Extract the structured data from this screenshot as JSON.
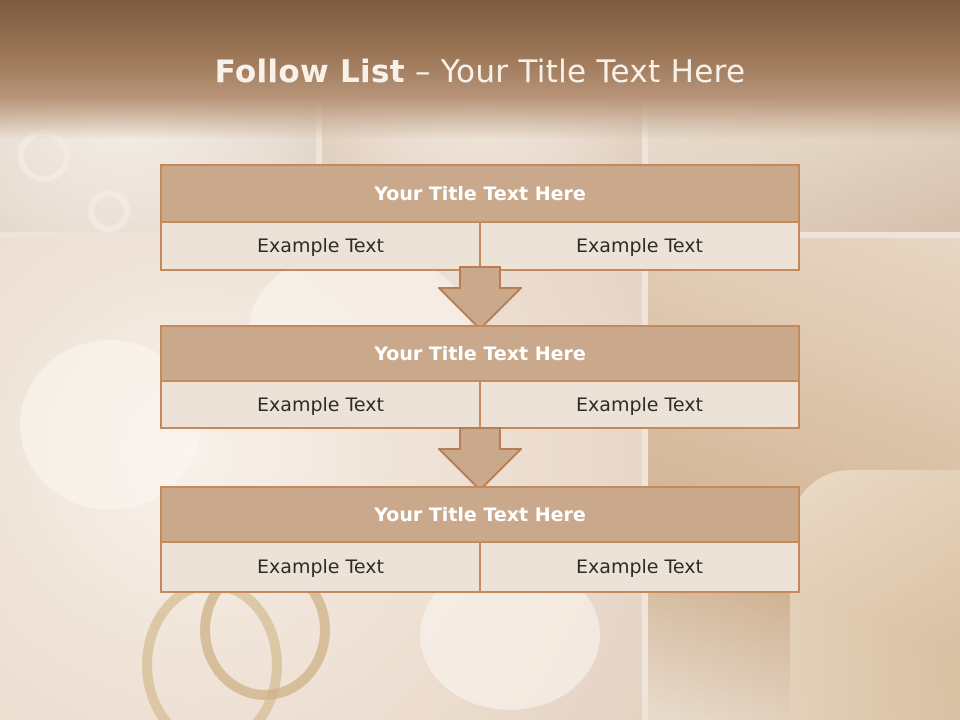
{
  "slide": {
    "title_bold": "Follow List",
    "title_rest": " – Your Title Text Here"
  },
  "steps": [
    {
      "title": "Your Title Text Here",
      "cells": [
        "Example Text",
        "Example Text"
      ]
    },
    {
      "title": "Your Title Text Here",
      "cells": [
        "Example Text",
        "Example Text"
      ]
    },
    {
      "title": "Your Title Text Here",
      "cells": [
        "Example Text",
        "Example Text"
      ]
    }
  ],
  "colors": {
    "header_brown": "#7d5a3e",
    "block_title_fill": "#c9a88c",
    "block_border": "#c48a5c",
    "cell_fill": "#ede2d7",
    "arrow_fill": "#c9a88c"
  }
}
